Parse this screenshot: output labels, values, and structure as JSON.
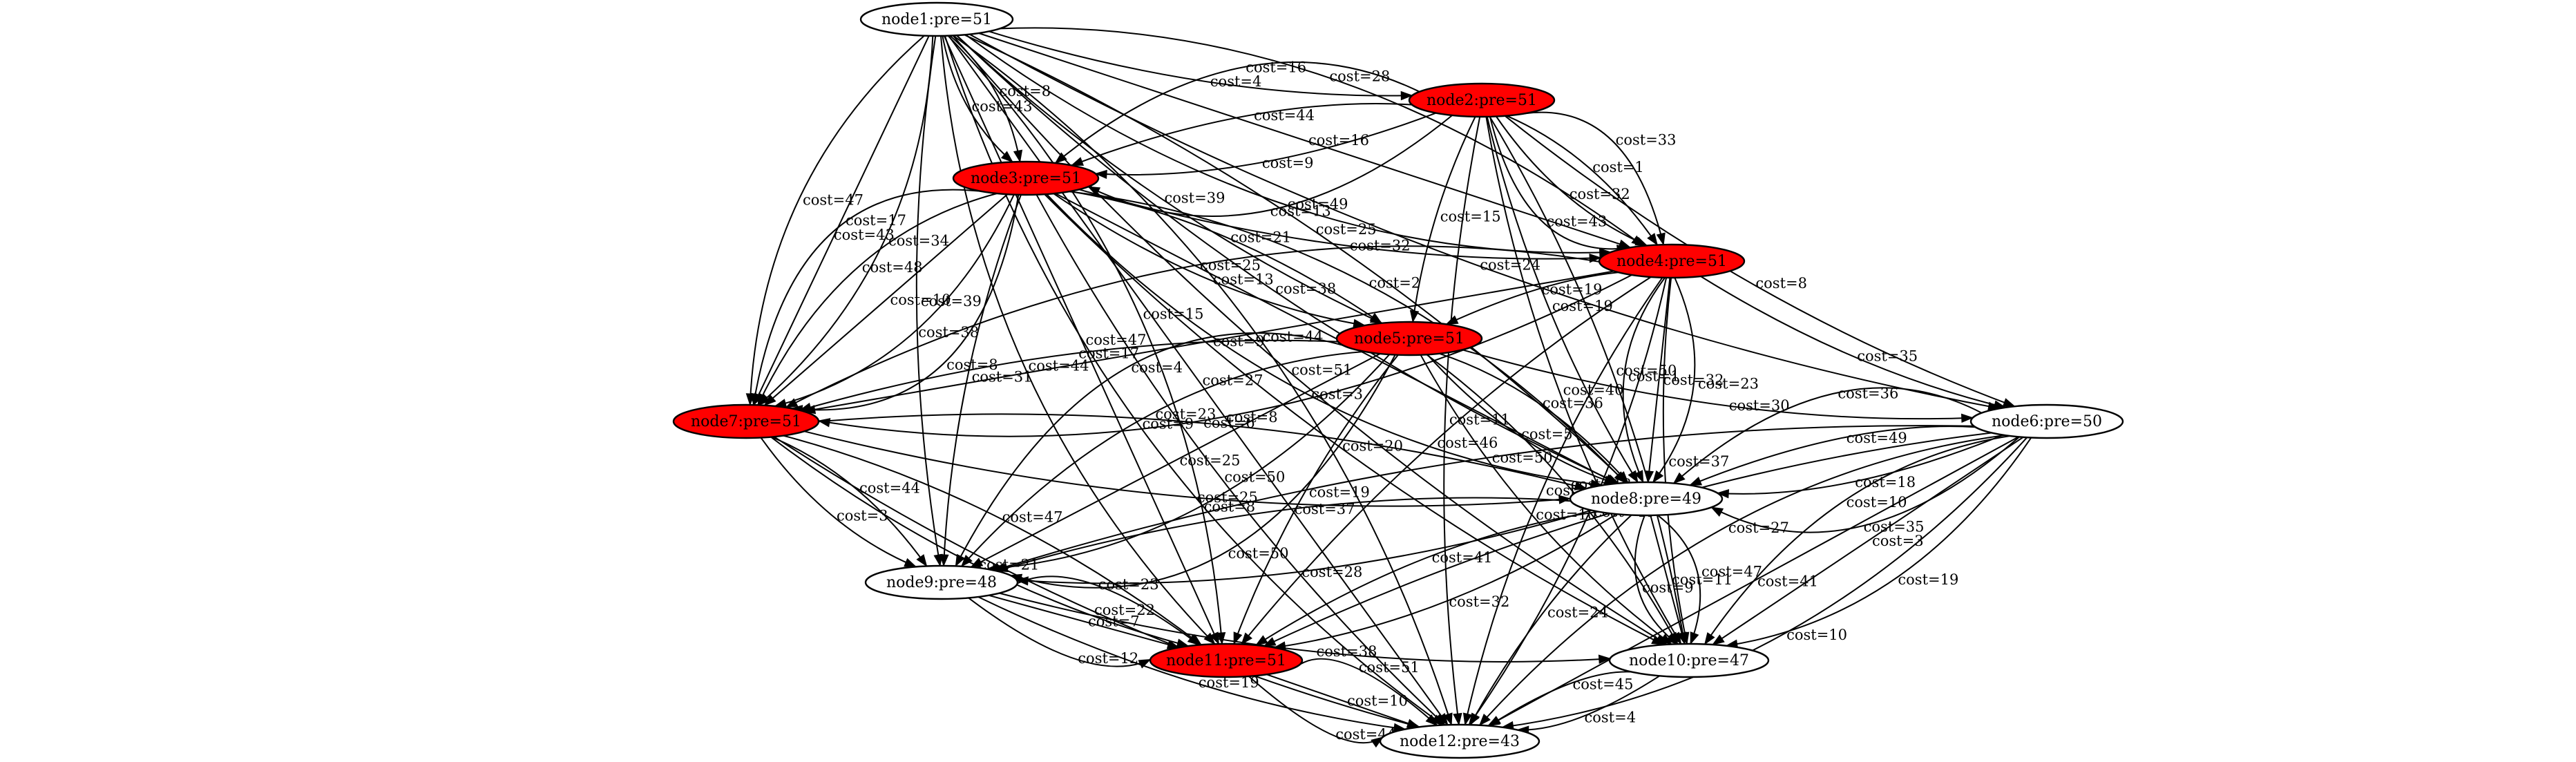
{
  "colors": {
    "highlight": "#ff0000",
    "normal": "#ffffff",
    "stroke": "#000000"
  },
  "nodes": [
    {
      "id": "node1",
      "label": "node1:pre=51",
      "highlighted": false
    },
    {
      "id": "node2",
      "label": "node2:pre=51",
      "highlighted": true
    },
    {
      "id": "node3",
      "label": "node3:pre=51",
      "highlighted": true
    },
    {
      "id": "node4",
      "label": "node4:pre=51",
      "highlighted": true
    },
    {
      "id": "node5",
      "label": "node5:pre=51",
      "highlighted": true
    },
    {
      "id": "node6",
      "label": "node6:pre=50",
      "highlighted": false
    },
    {
      "id": "node7",
      "label": "node7:pre=51",
      "highlighted": true
    },
    {
      "id": "node8",
      "label": "node8:pre=49",
      "highlighted": false
    },
    {
      "id": "node9",
      "label": "node9:pre=48",
      "highlighted": false
    },
    {
      "id": "node10",
      "label": "node10:pre=47",
      "highlighted": false
    },
    {
      "id": "node11",
      "label": "node11:pre=51",
      "highlighted": true
    },
    {
      "id": "node12",
      "label": "node12:pre=43",
      "highlighted": false
    }
  ],
  "edges": [
    {
      "from": "node1",
      "to": "node2",
      "label": "cost=4"
    },
    {
      "from": "node1",
      "to": "node3",
      "label": "cost=8"
    },
    {
      "from": "node1",
      "to": "node3",
      "label": "cost=43"
    },
    {
      "from": "node1",
      "to": "node4",
      "label": "cost=28"
    },
    {
      "from": "node1",
      "to": "node4",
      "label": "cost=16"
    },
    {
      "from": "node1",
      "to": "node4",
      "label": "cost=49"
    },
    {
      "from": "node1",
      "to": "node5",
      "label": "cost=39"
    },
    {
      "from": "node1",
      "to": "node6",
      "label": "cost=24"
    },
    {
      "from": "node1",
      "to": "node7",
      "label": "cost=34"
    },
    {
      "from": "node1",
      "to": "node7",
      "label": "cost=17"
    },
    {
      "from": "node1",
      "to": "node7",
      "label": "cost=47"
    },
    {
      "from": "node1",
      "to": "node8",
      "label": "cost=25"
    },
    {
      "from": "node1",
      "to": "node8",
      "label": "cost=38"
    },
    {
      "from": "node1",
      "to": "node9",
      "label": "cost=39"
    },
    {
      "from": "node1",
      "to": "node10",
      "label": "cost=51"
    },
    {
      "from": "node1",
      "to": "node11",
      "label": "cost=15"
    },
    {
      "from": "node1",
      "to": "node11",
      "label": "cost=47"
    },
    {
      "from": "node1",
      "to": "node11",
      "label": "cost=44"
    },
    {
      "from": "node1",
      "to": "node12",
      "label": "cost=44"
    },
    {
      "from": "node1",
      "to": "node12",
      "label": "cost=27"
    },
    {
      "from": "node1",
      "to": "node12",
      "label": "cost=9"
    },
    {
      "from": "node2",
      "to": "node3",
      "label": "cost=13"
    },
    {
      "from": "node2",
      "to": "node3",
      "label": "cost=9"
    },
    {
      "from": "node2",
      "to": "node3",
      "label": "cost=44"
    },
    {
      "from": "node2",
      "to": "node3",
      "label": "cost=16"
    },
    {
      "from": "node2",
      "to": "node4",
      "label": "cost=33"
    },
    {
      "from": "node2",
      "to": "node4",
      "label": "cost=1"
    },
    {
      "from": "node2",
      "to": "node4",
      "label": "cost=32"
    },
    {
      "from": "node2",
      "to": "node4",
      "label": "cost=43"
    },
    {
      "from": "node2",
      "to": "node5",
      "label": "cost=15"
    },
    {
      "from": "node2",
      "to": "node6",
      "label": "cost=8"
    },
    {
      "from": "node2",
      "to": "node8",
      "label": "cost=19"
    },
    {
      "from": "node2",
      "to": "node10",
      "label": "cost=50"
    },
    {
      "from": "node2",
      "to": "node10",
      "label": "cost=40"
    },
    {
      "from": "node2",
      "to": "node12",
      "label": "cost=11"
    },
    {
      "from": "node3",
      "to": "node4",
      "label": "cost=32"
    },
    {
      "from": "node3",
      "to": "node5",
      "label": "cost=21"
    },
    {
      "from": "node3",
      "to": "node5",
      "label": "cost=13"
    },
    {
      "from": "node3",
      "to": "node7",
      "label": "cost=8"
    },
    {
      "from": "node3",
      "to": "node7",
      "label": "cost=38"
    },
    {
      "from": "node3",
      "to": "node7",
      "label": "cost=10"
    },
    {
      "from": "node3",
      "to": "node7",
      "label": "cost=48"
    },
    {
      "from": "node3",
      "to": "node7",
      "label": "cost=43"
    },
    {
      "from": "node3",
      "to": "node8",
      "label": "cost=2"
    },
    {
      "from": "node3",
      "to": "node8",
      "label": "cost=24"
    },
    {
      "from": "node3",
      "to": "node8",
      "label": "cost=3"
    },
    {
      "from": "node3",
      "to": "node9",
      "label": "cost=31"
    },
    {
      "from": "node3",
      "to": "node10",
      "label": "cost=20"
    },
    {
      "from": "node3",
      "to": "node12",
      "label": "cost=50"
    },
    {
      "from": "node4",
      "to": "node5",
      "label": "cost=19"
    },
    {
      "from": "node4",
      "to": "node6",
      "label": "cost=35"
    },
    {
      "from": "node4",
      "to": "node7",
      "label": "cost=8"
    },
    {
      "from": "node4",
      "to": "node7",
      "label": "cost=9"
    },
    {
      "from": "node4",
      "to": "node7",
      "label": "cost=25"
    },
    {
      "from": "node4",
      "to": "node8",
      "label": "cost=23"
    },
    {
      "from": "node4",
      "to": "node8",
      "label": "cost=32"
    },
    {
      "from": "node4",
      "to": "node8",
      "label": "cost=1"
    },
    {
      "from": "node4",
      "to": "node10",
      "label": "cost=37"
    },
    {
      "from": "node4",
      "to": "node11",
      "label": "cost=46"
    },
    {
      "from": "node4",
      "to": "node12",
      "label": "cost=46"
    },
    {
      "from": "node4",
      "to": "node12",
      "label": "cost=17"
    },
    {
      "from": "node5",
      "to": "node6",
      "label": "cost=30"
    },
    {
      "from": "node5",
      "to": "node7",
      "label": "cost=17"
    },
    {
      "from": "node5",
      "to": "node8",
      "label": "cost=36"
    },
    {
      "from": "node5",
      "to": "node8",
      "label": "cost=5"
    },
    {
      "from": "node5",
      "to": "node9",
      "label": "cost=50"
    },
    {
      "from": "node5",
      "to": "node9",
      "label": "cost=8"
    },
    {
      "from": "node5",
      "to": "node9",
      "label": "cost=25"
    },
    {
      "from": "node5",
      "to": "node9",
      "label": "cost=23"
    },
    {
      "from": "node5",
      "to": "node9",
      "label": "cost=4"
    },
    {
      "from": "node5",
      "to": "node10",
      "label": "cost=13"
    },
    {
      "from": "node5",
      "to": "node10",
      "label": "cost=10"
    },
    {
      "from": "node5",
      "to": "node11",
      "label": "cost=19"
    },
    {
      "from": "node6",
      "to": "node8",
      "label": "cost=35"
    },
    {
      "from": "node6",
      "to": "node8",
      "label": "cost=18"
    },
    {
      "from": "node6",
      "to": "node8",
      "label": "cost=49"
    },
    {
      "from": "node6",
      "to": "node8",
      "label": "cost=36"
    },
    {
      "from": "node6",
      "to": "node9",
      "label": "cost=50"
    },
    {
      "from": "node6",
      "to": "node10",
      "label": "cost=19"
    },
    {
      "from": "node6",
      "to": "node10",
      "label": "cost=3"
    },
    {
      "from": "node6",
      "to": "node10",
      "label": "cost=10"
    },
    {
      "from": "node6",
      "to": "node11",
      "label": "cost=13"
    },
    {
      "from": "node6",
      "to": "node12",
      "label": "cost=10"
    },
    {
      "from": "node6",
      "to": "node12",
      "label": "cost=41"
    },
    {
      "from": "node6",
      "to": "node12",
      "label": "cost=27"
    },
    {
      "from": "node7",
      "to": "node8",
      "label": "cost=6"
    },
    {
      "from": "node7",
      "to": "node8",
      "label": "cost=25"
    },
    {
      "from": "node7",
      "to": "node9",
      "label": "cost=44"
    },
    {
      "from": "node7",
      "to": "node9",
      "label": "cost=3"
    },
    {
      "from": "node7",
      "to": "node11",
      "label": "cost=47"
    },
    {
      "from": "node7",
      "to": "node11",
      "label": "cost=21"
    },
    {
      "from": "node7",
      "to": "node12",
      "label": "cost=22"
    },
    {
      "from": "node8",
      "to": "node9",
      "label": "cost=28"
    },
    {
      "from": "node8",
      "to": "node9",
      "label": "cost=37"
    },
    {
      "from": "node8",
      "to": "node10",
      "label": "cost=47"
    },
    {
      "from": "node8",
      "to": "node10",
      "label": "cost=11"
    },
    {
      "from": "node8",
      "to": "node10",
      "label": "cost=9"
    },
    {
      "from": "node8",
      "to": "node11",
      "label": "cost=32"
    },
    {
      "from": "node8",
      "to": "node11",
      "label": "cost=41"
    },
    {
      "from": "node8",
      "to": "node12",
      "label": "cost=24"
    },
    {
      "from": "node9",
      "to": "node10",
      "label": "cost=38"
    },
    {
      "from": "node9",
      "to": "node11",
      "label": "cost=23"
    },
    {
      "from": "node9",
      "to": "node11",
      "label": "cost=7"
    },
    {
      "from": "node9",
      "to": "node11",
      "label": "cost=12"
    },
    {
      "from": "node9",
      "to": "node12",
      "label": "cost=19"
    },
    {
      "from": "node10",
      "to": "node12",
      "label": "cost=4"
    },
    {
      "from": "node10",
      "to": "node12",
      "label": "cost=45"
    },
    {
      "from": "node11",
      "to": "node12",
      "label": "cost=51"
    },
    {
      "from": "node11",
      "to": "node12",
      "label": "cost=10"
    },
    {
      "from": "node11",
      "to": "node12",
      "label": "cost=44"
    }
  ]
}
